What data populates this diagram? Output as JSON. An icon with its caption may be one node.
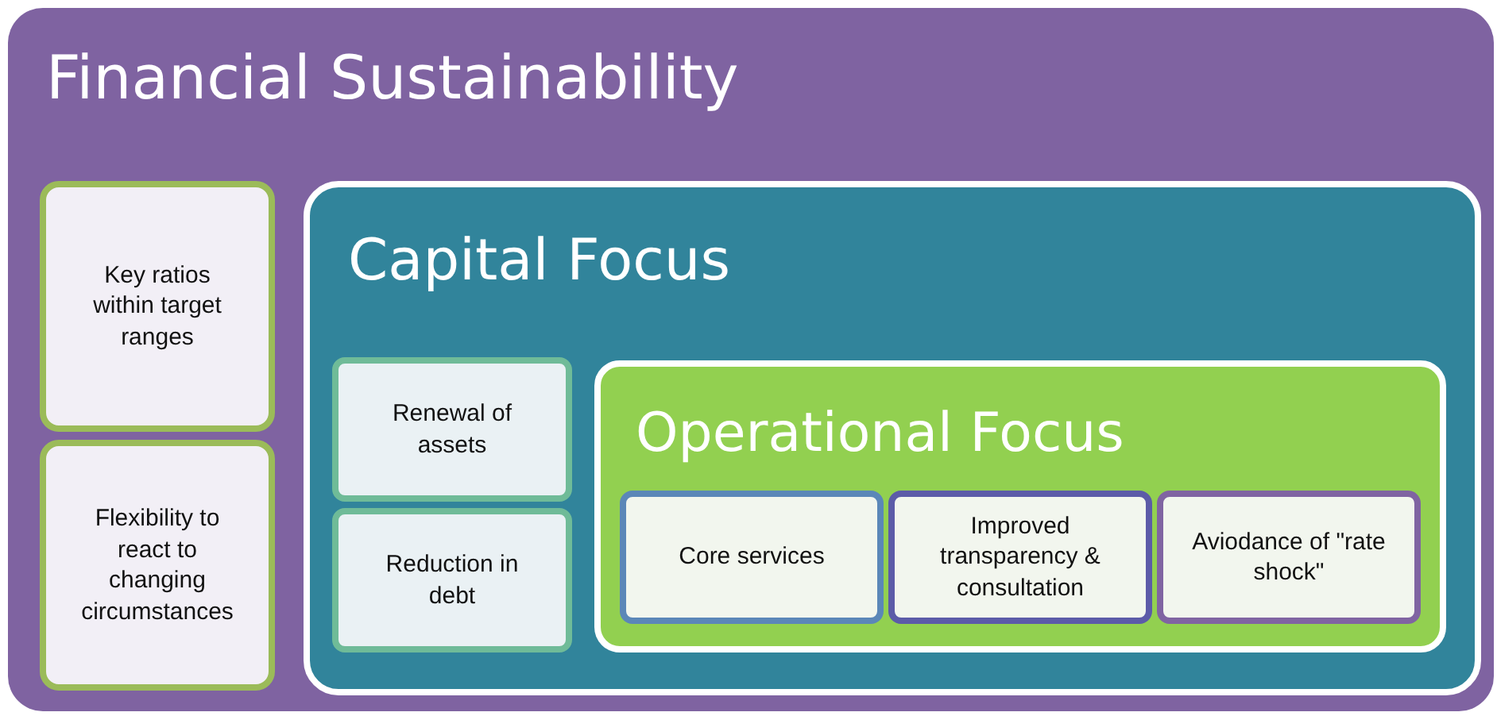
{
  "diagram": {
    "nodes": [
      {
        "text": [
          "Financial Sustainability"
        ]
      },
      {
        "text": [
          "Key ratios within target ranges"
        ],
        "in": 0
      },
      {
        "text": [
          "Flexibility to react to changing circumstances"
        ],
        "in": 0
      },
      {
        "text": [
          "Capital Focus"
        ],
        "in": 0
      },
      {
        "text": [
          "Renewal of assets"
        ],
        "in": 3
      },
      {
        "text": [
          "Reduction in debt"
        ],
        "in": 3
      },
      {
        "text": [
          "Operational Focus"
        ],
        "in": 3
      },
      {
        "text": [
          "Core services"
        ],
        "in": 6
      },
      {
        "text": [
          "Improved transparency & consultation"
        ],
        "in": 6
      },
      {
        "text": [
          "Aviodance of \"rate shock\""
        ],
        "in": 6
      }
    ]
  }
}
